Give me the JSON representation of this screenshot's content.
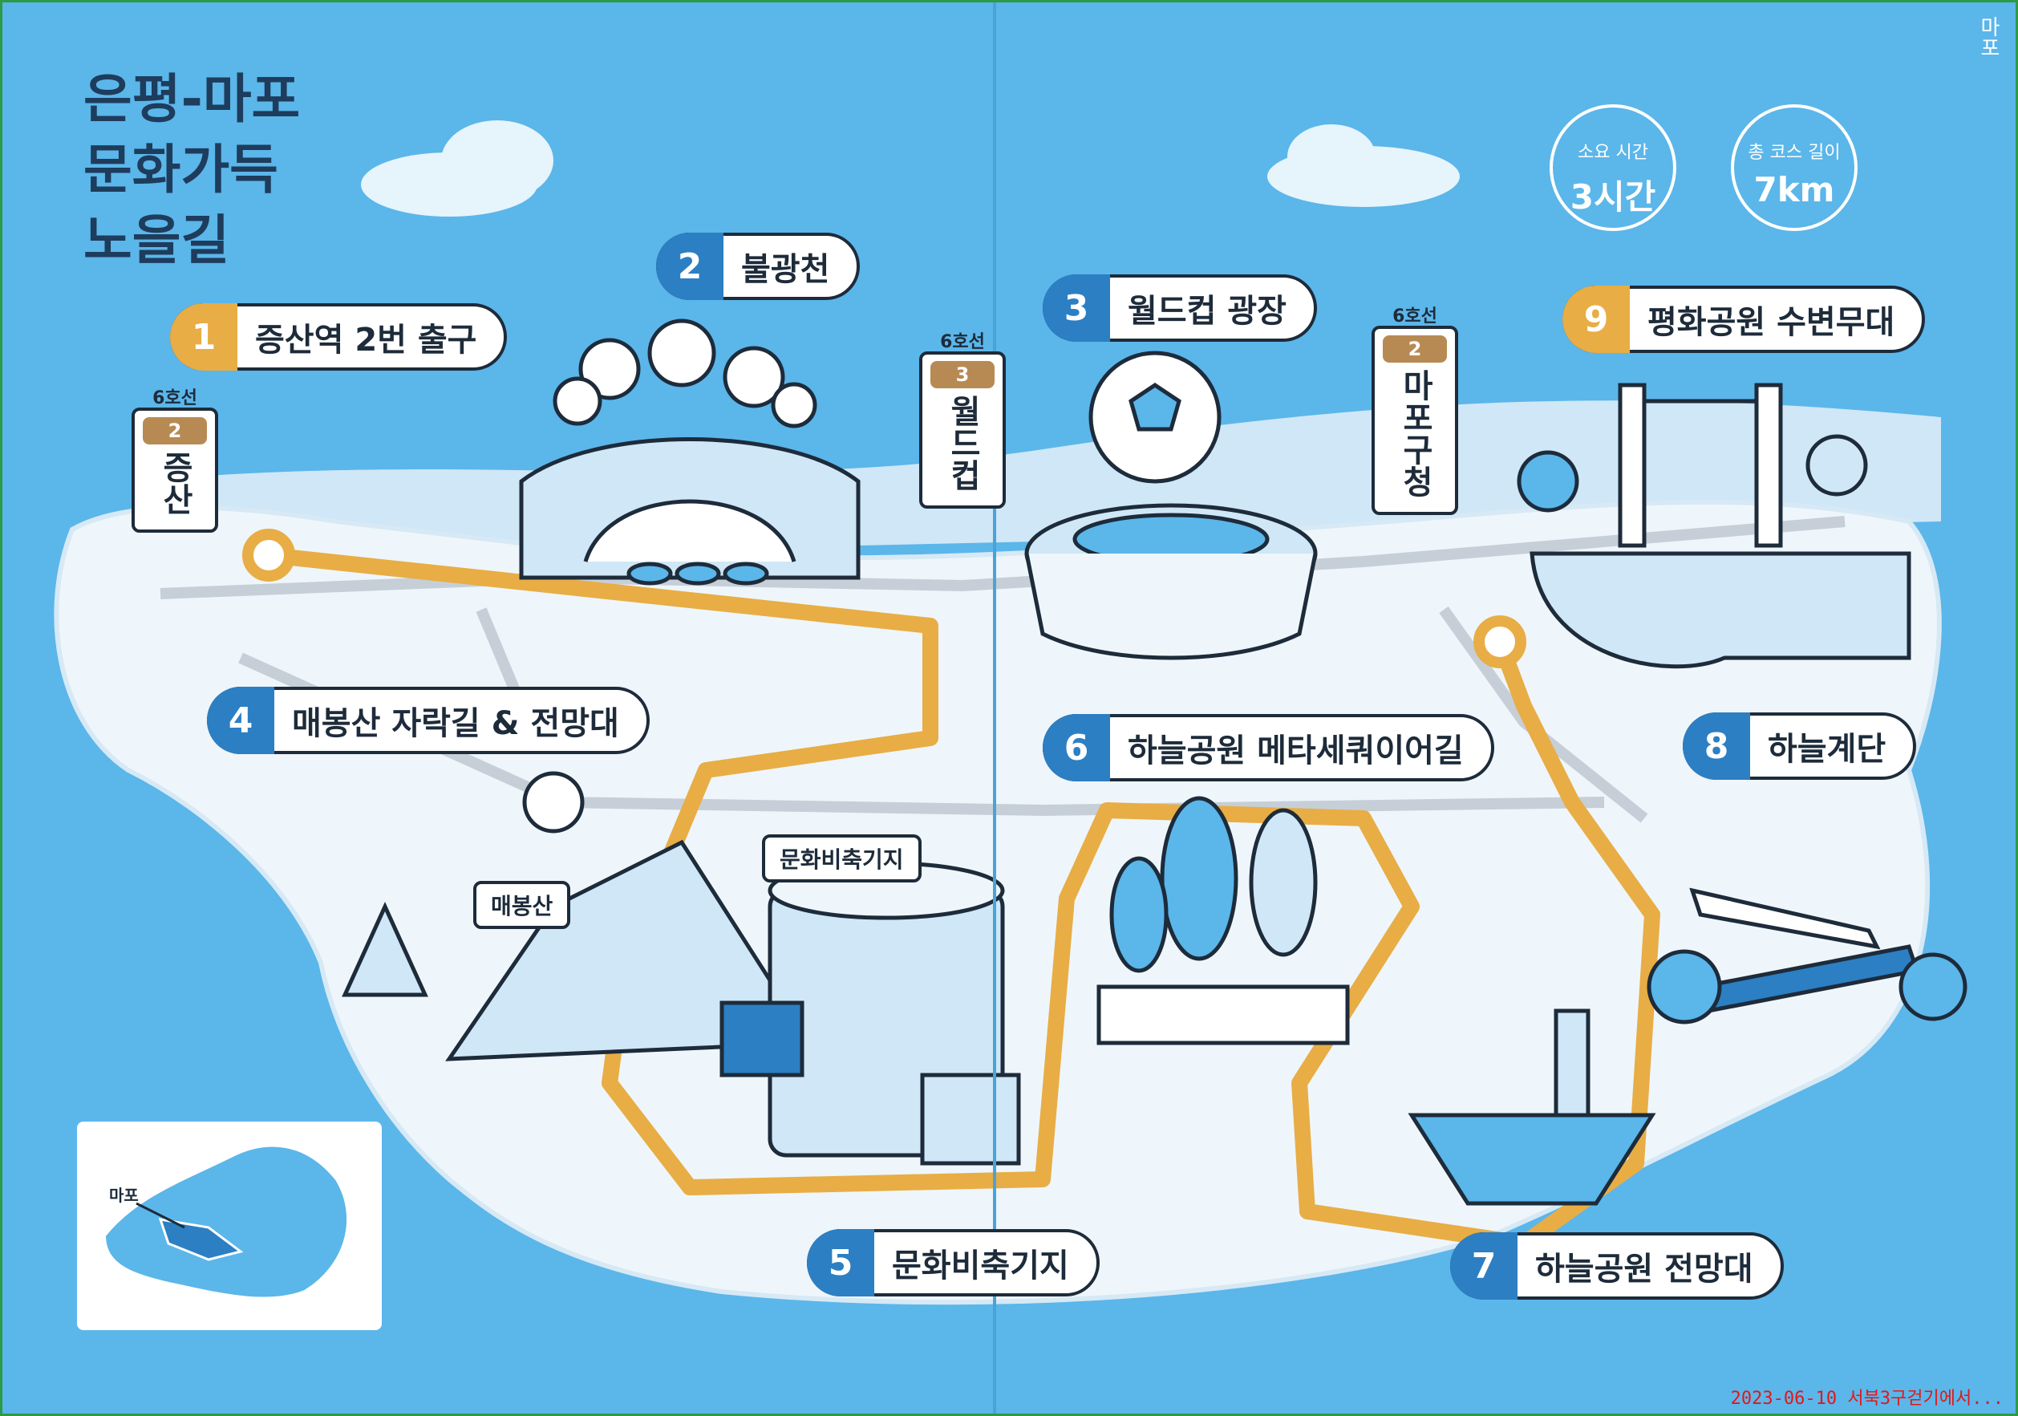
{
  "title": "은평-마포\n문화가득\n노을길",
  "info": {
    "time_label": "소요 시간",
    "time_value": "3시간",
    "length_label": "총 코스 길이",
    "length_value": "7km"
  },
  "stops": [
    {
      "num": "1",
      "name": "증산역 2번 출구",
      "color": "#e8ad45"
    },
    {
      "num": "2",
      "name": "불광천",
      "color": "#2c7fc3"
    },
    {
      "num": "3",
      "name": "월드컵 광장",
      "color": "#2c7fc3"
    },
    {
      "num": "4",
      "name": "매봉산 자락길 & 전망대",
      "color": "#2c7fc3"
    },
    {
      "num": "5",
      "name": "문화비축기지",
      "color": "#2c7fc3"
    },
    {
      "num": "6",
      "name": "하늘공원 메타세쿼이어길",
      "color": "#2c7fc3"
    },
    {
      "num": "7",
      "name": "하늘공원 전망대",
      "color": "#2c7fc3"
    },
    {
      "num": "8",
      "name": "하늘계단",
      "color": "#2c7fc3"
    },
    {
      "num": "9",
      "name": "평화공원 수변무대",
      "color": "#e8ad45"
    }
  ],
  "stations": [
    {
      "line": "6호선",
      "badge": "2",
      "name": "증산"
    },
    {
      "line": "6호선",
      "badge": "3",
      "name": "월드컵"
    },
    {
      "line": "6호선",
      "badge": "2",
      "name": "마포구청"
    }
  ],
  "signs": {
    "maebongsan": "매봉산",
    "culture_depot": "문화비축기지"
  },
  "mini_map_label": "마포",
  "side_tab": "마포",
  "stamp": "2023-06-10 서북3구걷기에서...",
  "colors": {
    "sea": "#5bb6ea",
    "land": "#eef6fb",
    "route": "#e8ad45",
    "ink": "#1d2b3a",
    "accent_blue": "#2c7fc3"
  }
}
